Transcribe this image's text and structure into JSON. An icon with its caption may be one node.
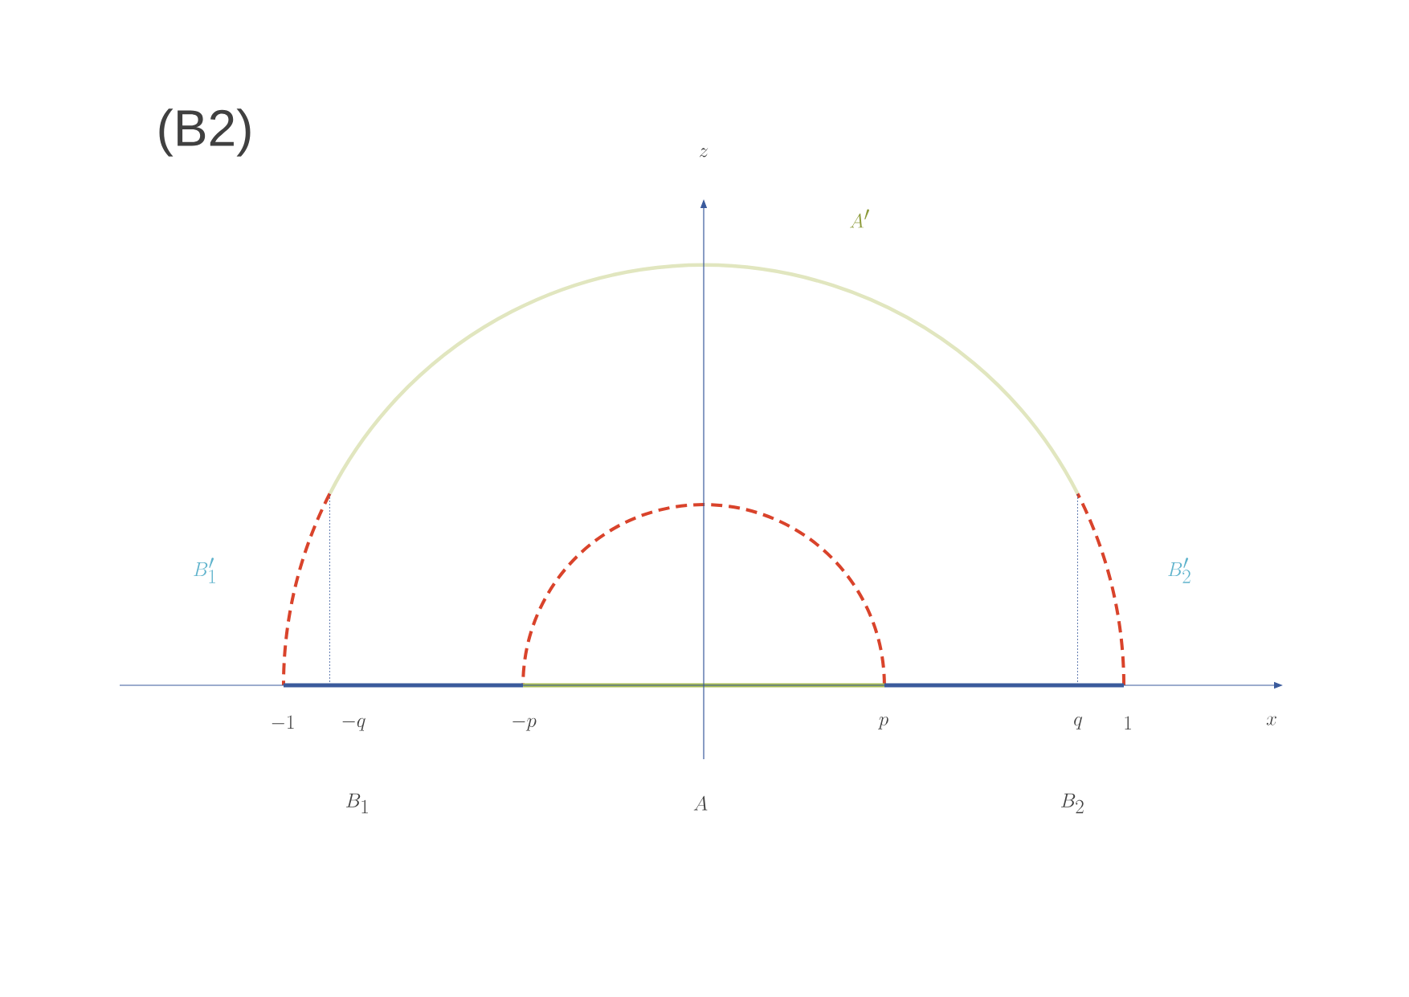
{
  "diagram": {
    "title": "(B2)",
    "labels": [
      "z",
      "A'",
      "B'_1",
      "B'_2",
      "-1",
      "-q",
      "-p",
      "p",
      "q",
      "1",
      "x",
      "B_1",
      "A",
      "B_2"
    ]
  }
}
